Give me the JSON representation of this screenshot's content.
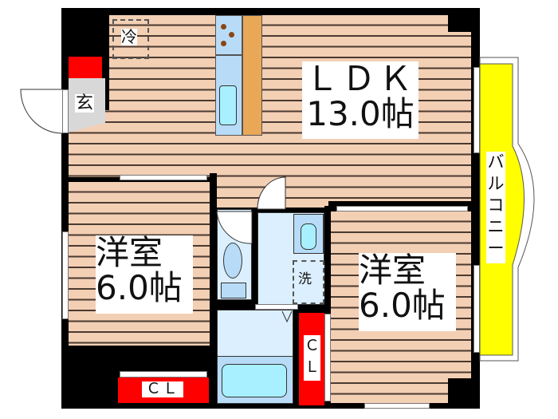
{
  "floor_plan": {
    "rooms": {
      "ldk": {
        "name": "ＬＤＫ",
        "size": "13.0帖"
      },
      "western_room_left": {
        "name": "洋室",
        "size": "6.0帖"
      },
      "western_room_right": {
        "name": "洋室",
        "size": "6.0帖"
      }
    },
    "labels": {
      "entrance": "玄",
      "refrigerator": "冷",
      "washer": "洗",
      "closet_left": "ＣＬ",
      "closet_right_c": "Ｃ",
      "closet_right_l": "Ｌ",
      "balcony": [
        "バ",
        "ル",
        "コ",
        "ニ",
        "ー"
      ]
    },
    "colors": {
      "floor": "#f3cfb4",
      "floor_line": "#4a3a30",
      "wall": "#000000",
      "closet": "#ff0000",
      "balcony": "#ffff00",
      "wet_area": "#dcefff",
      "fixture": "#a8f0ff",
      "kitchen_counter": "#e8a858",
      "entrance": "#d8d8d8"
    }
  }
}
